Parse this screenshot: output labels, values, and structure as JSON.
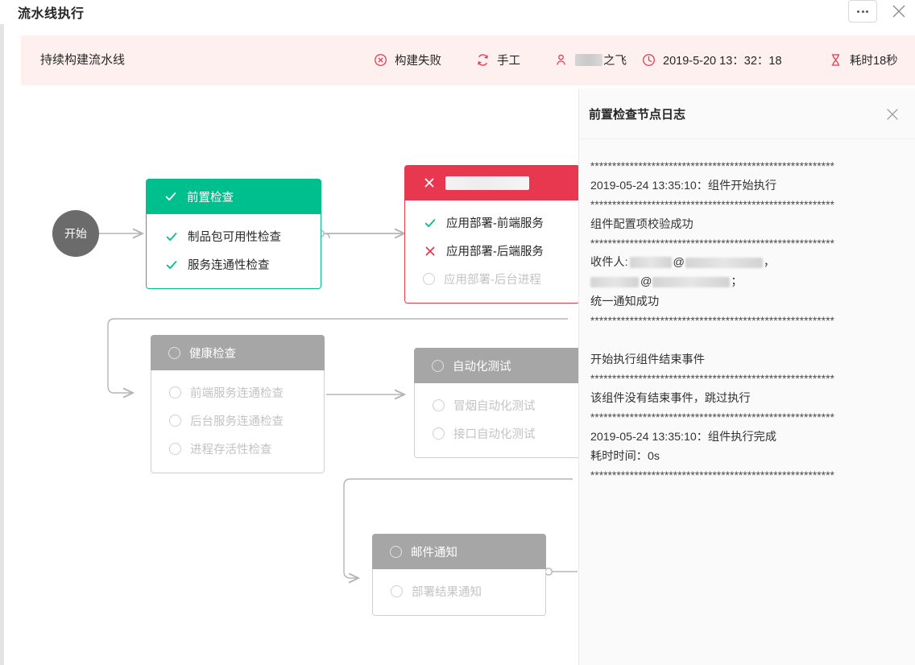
{
  "window": {
    "title": "流水线执行",
    "more_button": "more-options",
    "close_button": "close"
  },
  "banner": {
    "pipeline_name": "持续构建流水线",
    "status_label": "构建失败",
    "trigger_label": "手工",
    "user_label": "之飞",
    "user_redacted": true,
    "time_label": "2019-5-20 13：32：18",
    "duration_label": "耗时18秒",
    "accent_color": "#e8384f",
    "background_color": "#fdf0ef"
  },
  "graph": {
    "start_node_label": "开始",
    "nodes": [
      {
        "id": "precheck",
        "title": "前置检查",
        "state": "success",
        "header_icon": "check-icon",
        "redacted_title": false,
        "steps": [
          {
            "label": "制品包可用性检查",
            "state": "success",
            "icon": "check-icon"
          },
          {
            "label": "服务连通性检查",
            "state": "success",
            "icon": "check-icon"
          }
        ]
      },
      {
        "id": "deploy",
        "title": "",
        "state": "failed",
        "header_icon": "cross-icon",
        "redacted_title": true,
        "steps": [
          {
            "label": "应用部署-前端服务",
            "state": "success",
            "icon": "check-icon"
          },
          {
            "label": "应用部署-后端服务",
            "state": "failed",
            "icon": "cross-icon"
          },
          {
            "label": "应用部署-后台进程",
            "state": "pending",
            "icon": "circle-icon"
          }
        ]
      },
      {
        "id": "healthcheck",
        "title": "健康检查",
        "state": "pending",
        "header_icon": "circle-icon",
        "redacted_title": false,
        "steps": [
          {
            "label": "前端服务连通检查",
            "state": "pending",
            "icon": "circle-icon"
          },
          {
            "label": "后台服务连通检查",
            "state": "pending",
            "icon": "circle-icon"
          },
          {
            "label": "进程存活性检查",
            "state": "pending",
            "icon": "circle-icon"
          }
        ]
      },
      {
        "id": "autotest",
        "title": "自动化测试",
        "state": "pending",
        "header_icon": "circle-icon",
        "redacted_title": false,
        "steps": [
          {
            "label": "冒烟自动化测试",
            "state": "pending",
            "icon": "circle-icon"
          },
          {
            "label": "接口自动化测试",
            "state": "pending",
            "icon": "circle-icon"
          }
        ]
      },
      {
        "id": "mailnotify",
        "title": "邮件通知",
        "state": "pending",
        "header_icon": "circle-icon",
        "redacted_title": false,
        "steps": [
          {
            "label": "部署结果通知",
            "state": "pending",
            "icon": "circle-icon"
          }
        ]
      }
    ],
    "colors": {
      "success": "#00bf8e",
      "failed": "#e8384f",
      "pending": "#a6a6a6",
      "wire": "#b5b5b5"
    }
  },
  "log": {
    "title": "前置检查节点日志",
    "close_button": "close",
    "lines": [
      {
        "type": "stars",
        "text": "********************************************************"
      },
      {
        "type": "text",
        "text": "2019-05-24 13:35:10：组件开始执行"
      },
      {
        "type": "stars",
        "text": "********************************************************"
      },
      {
        "type": "text",
        "text": "组件配置项校验成功"
      },
      {
        "type": "stars",
        "text": "********************************************************"
      },
      {
        "type": "mail",
        "prefix": "收件人:",
        "redacted": true,
        "at1": "@",
        "at2": "@",
        "tail1": "，",
        "tail2": "；"
      },
      {
        "type": "text",
        "text": "统一通知成功"
      },
      {
        "type": "stars",
        "text": "********************************************************"
      },
      {
        "type": "blank",
        "text": ""
      },
      {
        "type": "text",
        "text": "开始执行组件结束事件"
      },
      {
        "type": "stars",
        "text": "********************************************************"
      },
      {
        "type": "text",
        "text": "该组件没有结束事件，跳过执行"
      },
      {
        "type": "stars",
        "text": "********************************************************"
      },
      {
        "type": "text",
        "text": "2019-05-24 13:35:10：组件执行完成"
      },
      {
        "type": "text",
        "text": "耗时时间：0s"
      },
      {
        "type": "stars",
        "text": "********************************************************"
      }
    ]
  }
}
